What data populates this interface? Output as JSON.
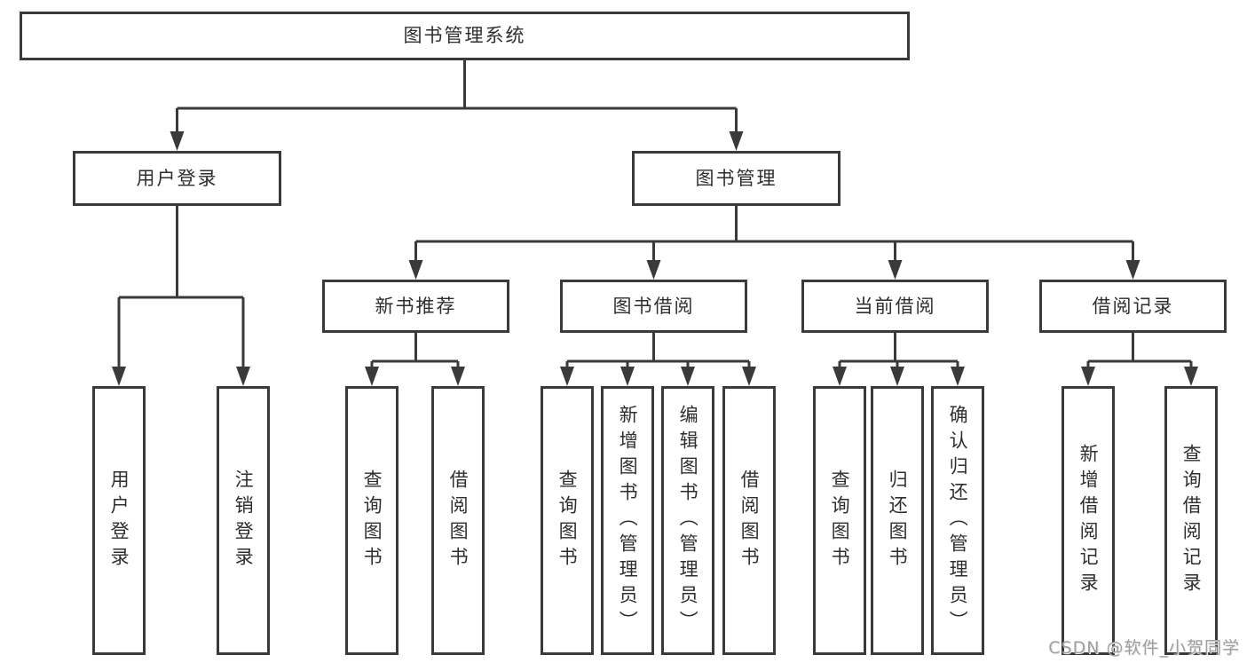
{
  "colors": {
    "line": "#3a3a3a",
    "text": "#2e2e2e",
    "watermark": "#9e9e9e",
    "background": "#ffffff"
  },
  "watermark": "CSDN @软件_小贺同学",
  "tree": {
    "root": {
      "label": "图书管理系统"
    },
    "user_login": {
      "label": "用户登录",
      "children": [
        {
          "label": "用户登录"
        },
        {
          "label": "注销登录"
        }
      ]
    },
    "book_management": {
      "label": "图书管理",
      "sections": [
        {
          "label": "新书推荐",
          "children": [
            {
              "label": "查询图书"
            },
            {
              "label": "借阅图书"
            }
          ]
        },
        {
          "label": "图书借阅",
          "children": [
            {
              "label": "查询图书"
            },
            {
              "label": "新增图书（管理员）"
            },
            {
              "label": "编辑图书（管理员）"
            },
            {
              "label": "借阅图书"
            }
          ]
        },
        {
          "label": "当前借阅",
          "children": [
            {
              "label": "查询图书"
            },
            {
              "label": "归还图书"
            },
            {
              "label": "确认归还（管理员）"
            }
          ]
        },
        {
          "label": "借阅记录",
          "children": [
            {
              "label": "新增借阅记录"
            },
            {
              "label": "查询借阅记录"
            }
          ]
        }
      ]
    }
  }
}
